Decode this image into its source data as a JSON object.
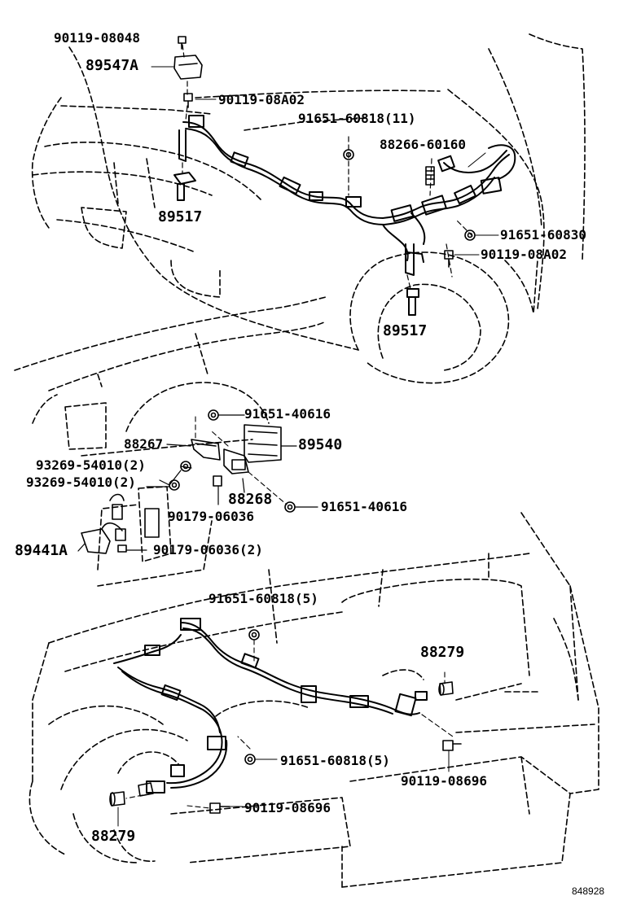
{
  "labels": {
    "p_90119_08048": "90119-08048",
    "p_89547A": "89547A",
    "p_90119_08A02_top": "90119-08A02",
    "p_91651_60818_11": "91651-60818(11)",
    "p_88266_60160": "88266-60160",
    "p_89517_left": "89517",
    "p_91651_60830": "91651-60830",
    "p_90119_08A02_right": "90119-08A02",
    "p_89517_bottom": "89517",
    "p_91651_40616_top": "91651-40616",
    "p_88267": "88267",
    "p_89540": "89540",
    "p_93269_54010_a": "93269-54010(2)",
    "p_93269_54010_b": "93269-54010(2)",
    "p_88268": "88268",
    "p_91651_40616_bottom": "91651-40616",
    "p_90179_06036": "90179-06036",
    "p_89441A": "89441A",
    "p_90179_06036_2": "90179-06036(2)",
    "p_91651_60818_5_top": "91651-60818(5)",
    "p_88279_right": "88279",
    "p_91651_60818_5_mid": "91651-60818(5)",
    "p_90119_08696_right": "90119-08696",
    "p_90119_08696_bottom": "90119-08696",
    "p_88279_left": "88279"
  },
  "figure_code": "848928"
}
